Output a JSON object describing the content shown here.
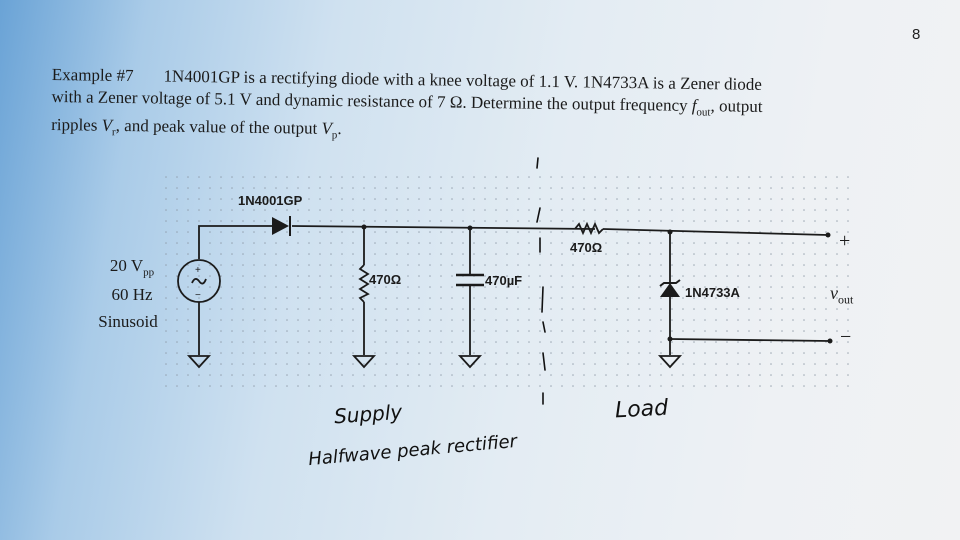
{
  "page": {
    "number": "8"
  },
  "problem": {
    "label": "Example #7",
    "line1": "1N4001GP is a rectifying diode with a knee voltage of 1.1 V. 1N4733A is a Zener diode",
    "line2_pre": "with a Zener voltage of 5.1 V and dynamic resistance of 7 Ω. Determine the output frequency ",
    "fout_var": "f",
    "fout_sub": "out",
    "line2_post": ", output",
    "line3_pre": "ripples ",
    "vr_var": "V",
    "vr_sub": "r",
    "line3_mid": ", and peak value of the output ",
    "vp_var": "V",
    "vp_sub": "p",
    "line3_post": "."
  },
  "circuit": {
    "source": {
      "amplitude": "20 V",
      "amplitude_sub": "pp",
      "frequency": "60 Hz",
      "waveform": "Sinusoid",
      "plus_sign": "+",
      "minus_sign": "−",
      "symbol": "~"
    },
    "rectifier_diode": {
      "label": "1N4001GP"
    },
    "bleeder_resistor": {
      "label": "470Ω"
    },
    "filter_capacitor": {
      "label": "470µF"
    },
    "series_resistor": {
      "label": "470Ω"
    },
    "zener_diode": {
      "label": "1N4733A"
    },
    "output": {
      "plus": "+",
      "minus": "−",
      "var": "v",
      "sub": "out"
    }
  },
  "annotations": {
    "supply": "Supply",
    "halfwave": "Halfwave peak rectifier",
    "load": "Load"
  },
  "colors": {
    "ink": "#1b1b1b",
    "grid_dot": "#8a96a3"
  }
}
